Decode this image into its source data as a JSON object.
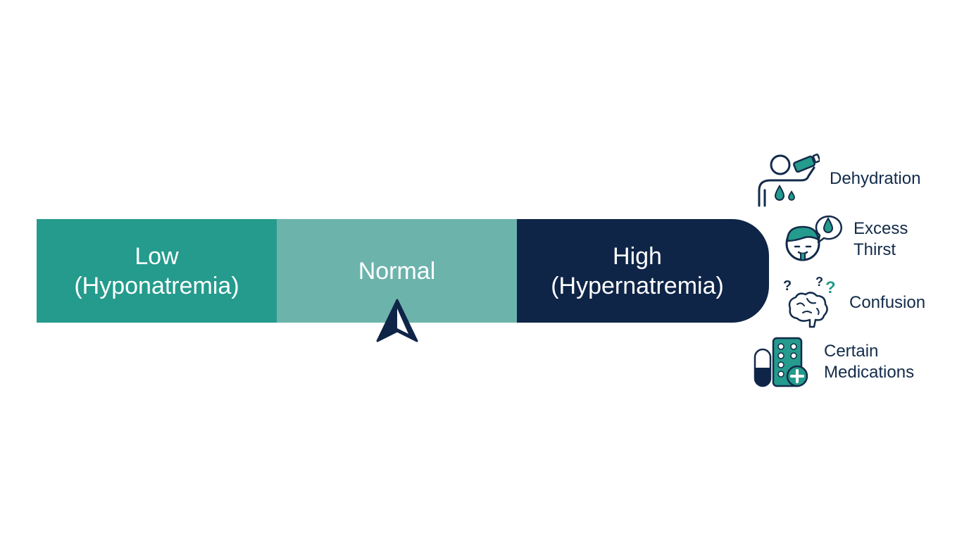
{
  "scale": {
    "segments": [
      {
        "key": "low",
        "label": "Low\n(Hyponatremia)",
        "color": "#249b8c"
      },
      {
        "key": "normal",
        "label": "Normal",
        "color": "#6cb3ac"
      },
      {
        "key": "high",
        "label": "High\n(Hypernatremia)",
        "color": "#0e2547"
      }
    ],
    "pointer": {
      "position": "normal",
      "icon": "arrow-pointer-icon"
    }
  },
  "causes": [
    {
      "label": "Dehydration",
      "icon": "person-drinking-icon"
    },
    {
      "label": "Excess\nThirst",
      "icon": "thirsty-face-icon"
    },
    {
      "label": "Confusion",
      "icon": "brain-question-icon"
    },
    {
      "label": "Certain\nMedications",
      "icon": "pills-medication-icon"
    }
  ],
  "colors": {
    "teal": "#249b8c",
    "light_teal": "#6cb3ac",
    "navy": "#0e2547",
    "text_dark": "#132b4a"
  }
}
